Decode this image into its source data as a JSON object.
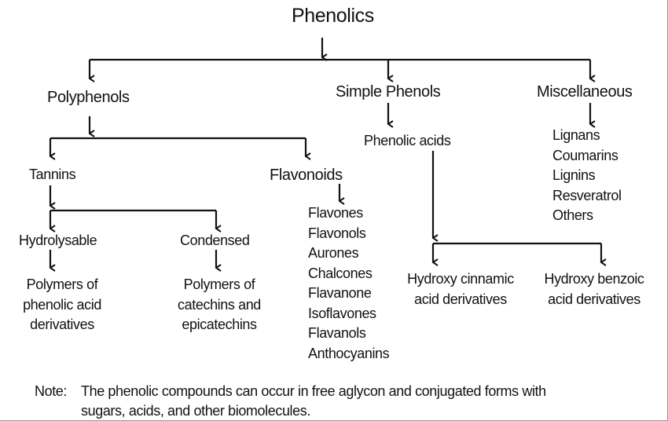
{
  "root": "Phenolics",
  "polyphenols": {
    "label": "Polyphenols",
    "tannins": {
      "label": "Tannins",
      "hydrolysable": {
        "label": "Hydrolysable",
        "desc": [
          "Polymers of",
          "phenolic acid",
          "derivatives"
        ]
      },
      "condensed": {
        "label": "Condensed",
        "desc": [
          "Polymers of",
          "catechins and",
          "epicatechins"
        ]
      }
    },
    "flavonoids": {
      "label": "Flavonoids",
      "items": [
        "Flavones",
        "Flavonols",
        "Aurones",
        "Chalcones",
        "Flavanone",
        "Isoflavones",
        "Flavanols",
        "Anthocyanins"
      ]
    }
  },
  "simple_phenols": {
    "label": "Simple Phenols",
    "phenolic_acids": "Phenolic acids",
    "cinnamic": [
      "Hydroxy cinnamic",
      "acid derivatives"
    ],
    "benzoic": [
      "Hydroxy benzoic",
      "acid derivatives"
    ]
  },
  "miscellaneous": {
    "label": "Miscellaneous",
    "items": [
      "Lignans",
      "Coumarins",
      "Lignins",
      "Resveratrol",
      "Others"
    ]
  },
  "note": {
    "prefix": "Note:",
    "line1": "The phenolic compounds can occur in free aglycon and conjugated forms with",
    "line2": "sugars, acids, and other biomolecules."
  }
}
